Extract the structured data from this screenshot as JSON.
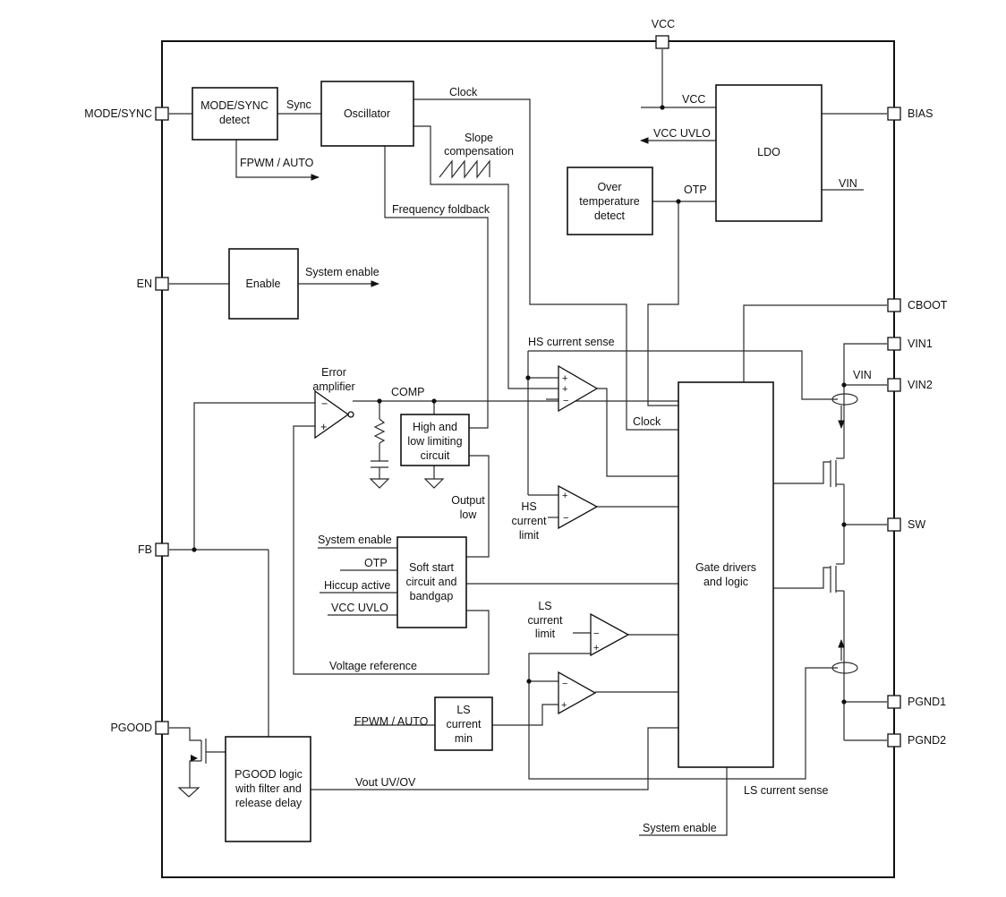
{
  "pins": {
    "vcc": "VCC",
    "mode_sync": "MODE/SYNC",
    "en": "EN",
    "fb": "FB",
    "pgood": "PGOOD",
    "bias": "BIAS",
    "cboot": "CBOOT",
    "vin1": "VIN1",
    "vin2": "VIN2",
    "sw": "SW",
    "pgnd1": "PGND1",
    "pgnd2": "PGND2"
  },
  "blocks": {
    "mode_sync_detect": [
      "MODE/SYNC",
      "detect"
    ],
    "oscillator": "Oscillator",
    "ldo": "LDO",
    "over_temp": [
      "Over",
      "temperature",
      "detect"
    ],
    "enable": "Enable",
    "high_low_limit": [
      "High and",
      "low limiting",
      "circuit"
    ],
    "soft_start": [
      "Soft start",
      "circuit and",
      "bandgap"
    ],
    "gate_drivers": [
      "Gate drivers",
      "and logic"
    ],
    "ls_current_min": [
      "LS",
      "current",
      "min"
    ],
    "pgood_logic": [
      "PGOOD logic",
      "with filter and",
      "release delay"
    ]
  },
  "labels": {
    "sync": "Sync",
    "clock_top": "Clock",
    "fpwm_auto_top": "FPWM / AUTO",
    "slope_comp": [
      "Slope",
      "compensation"
    ],
    "vcc_inner": "VCC",
    "vcc_uvlo_out": "VCC UVLO",
    "otp": "OTP",
    "vin_ldo": "VIN",
    "freq_foldback": "Frequency foldback",
    "system_enable_en": "System enable",
    "hs_current_sense": "HS current sense",
    "error_amp": [
      "Error",
      "amplifier"
    ],
    "comp": "COMP",
    "vin_sense": "VIN",
    "clock_gate": "Clock",
    "output_low": [
      "Output",
      "low"
    ],
    "hs_current_limit": [
      "HS",
      "current",
      "limit"
    ],
    "ss_system_enable": "System enable",
    "ss_otp": "OTP",
    "ss_hiccup": "Hiccup active",
    "ss_vcc_uvlo": "VCC UVLO",
    "ls_current_limit": [
      "LS",
      "current",
      "limit"
    ],
    "voltage_reference": "Voltage reference",
    "fpwm_auto_bottom": "FPWM / AUTO",
    "vout_uv_ov": "Vout UV/OV",
    "ls_current_sense": "LS current sense",
    "system_enable_bottom": "System enable"
  },
  "amp_signs": {
    "plus": "+",
    "minus": "−"
  }
}
